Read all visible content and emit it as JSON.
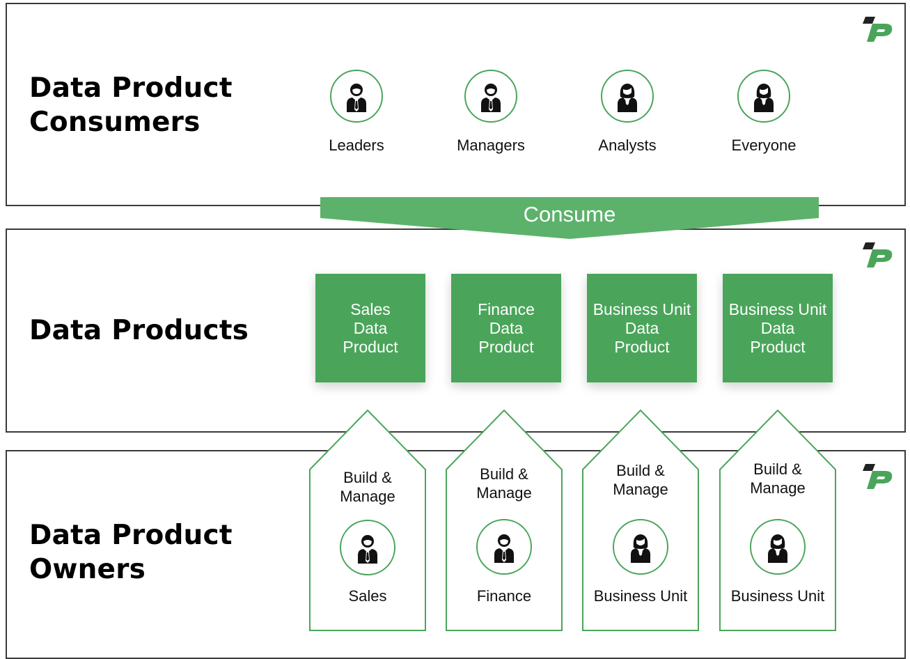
{
  "sections": {
    "consumers": {
      "title": "Data Product\nConsumers"
    },
    "products": {
      "title": "Data Products"
    },
    "owners": {
      "title": "Data Product\nOwners"
    }
  },
  "consumers": [
    {
      "label": "Leaders",
      "icon": "businessman-icon"
    },
    {
      "label": "Managers",
      "icon": "businessman-icon"
    },
    {
      "label": "Analysts",
      "icon": "businesswoman-icon"
    },
    {
      "label": "Everyone",
      "icon": "businesswoman-icon"
    }
  ],
  "consume": {
    "label": "Consume"
  },
  "products": [
    {
      "label": "Sales\nData\nProduct"
    },
    {
      "label": "Finance\nData\nProduct"
    },
    {
      "label": "Business Unit\nData\nProduct"
    },
    {
      "label": "Business Unit\nData\nProduct"
    }
  ],
  "owners": [
    {
      "action": "Build &\nManage",
      "label": "Sales",
      "icon": "businessman-icon"
    },
    {
      "action": "Build &\nManage",
      "label": "Finance",
      "icon": "businessman-icon"
    },
    {
      "action": "Build &\nManage",
      "label": "Business Unit",
      "icon": "businesswoman-icon"
    },
    {
      "action": "Build &\nManage",
      "label": "Business Unit",
      "icon": "businesswoman-icon"
    }
  ],
  "colors": {
    "accent": "#4aa55a",
    "banner": "#5cb26b",
    "border": "#3a3a3a"
  },
  "logo_icon": "dp-logo-icon"
}
